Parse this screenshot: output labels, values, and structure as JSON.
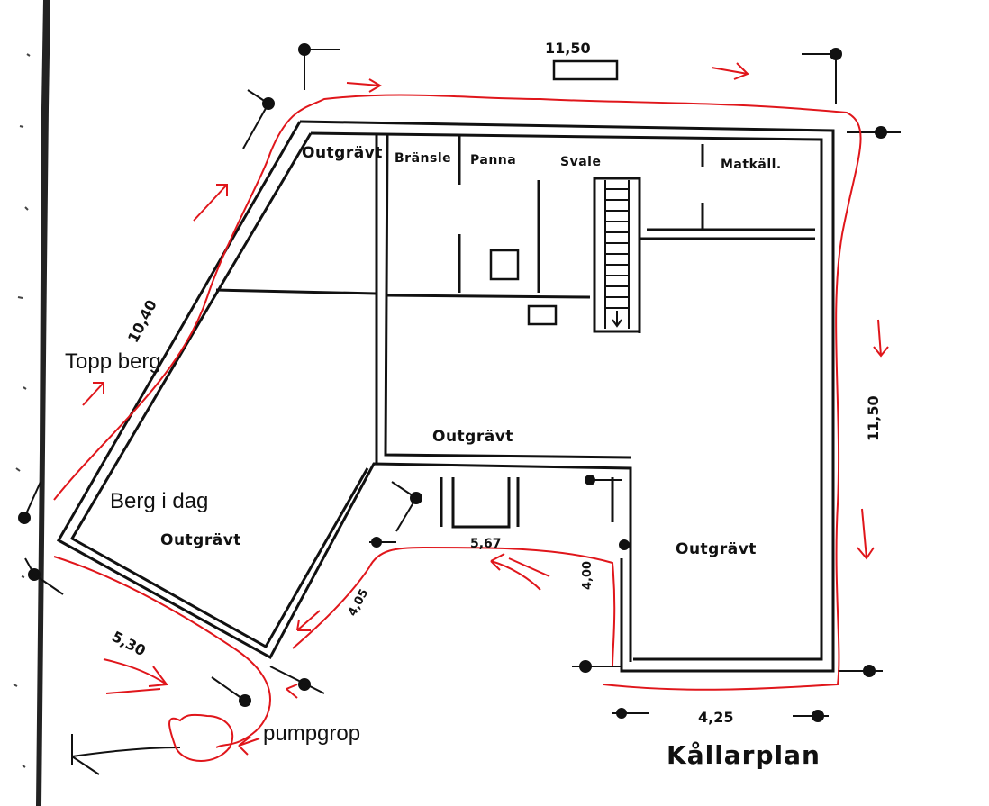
{
  "plan": {
    "title": "Kållarplan",
    "rooms": {
      "outgravt_top_left": "Outgrävt",
      "bransle": "Bränsle",
      "panna": "Panna",
      "svale": "Svale",
      "matkall": "Matkäll.",
      "outgravt_center": "Outgrävt",
      "outgravt_left": "Outgrävt",
      "outgravt_right": "Outgrävt"
    },
    "dimensions": {
      "top": "11,50",
      "left_diagonal": "10,40",
      "right": "11,50",
      "bottom_left": "5,30",
      "inner_diagonal": "4,05",
      "inner_horizontal": "5,67",
      "inner_vertical": "4,00",
      "bottom_right": "4,25"
    }
  },
  "annotations": {
    "topp_berg": "Topp berg",
    "berg_i_dag": "Berg i dag",
    "pumpgrop": "pumpgrop"
  },
  "colors": {
    "ink": "#111111",
    "annotation": "#e0161b"
  }
}
